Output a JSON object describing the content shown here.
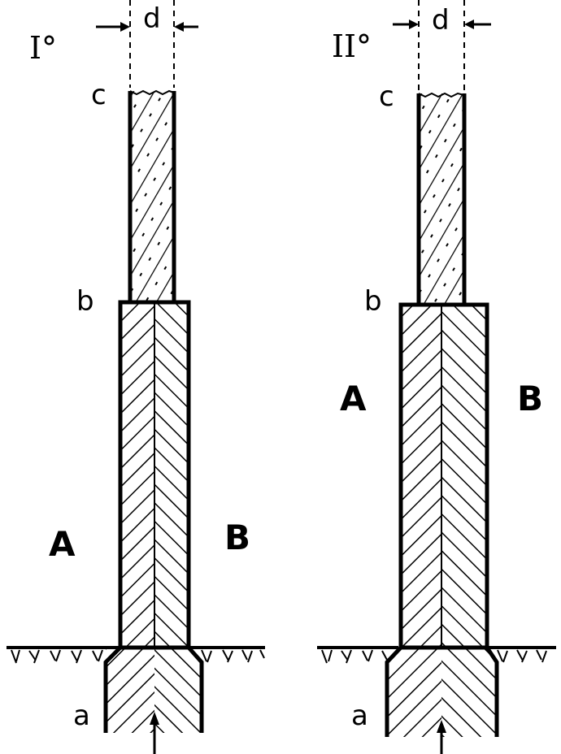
{
  "figure": {
    "ink_color": "#000000",
    "paper_color": "#ffffff",
    "panels": [
      {
        "id": "I",
        "roman_label": "I°",
        "width_label": "d",
        "level_labels": {
          "c": "c",
          "b": "b",
          "a": "a"
        },
        "side_labels": {
          "left": "A",
          "right": "B"
        }
      },
      {
        "id": "II",
        "roman_label": "II°",
        "width_label": "d",
        "level_labels": {
          "c": "c",
          "b": "b",
          "a": "a"
        },
        "side_labels": {
          "left": "A",
          "right": "B"
        }
      }
    ]
  }
}
